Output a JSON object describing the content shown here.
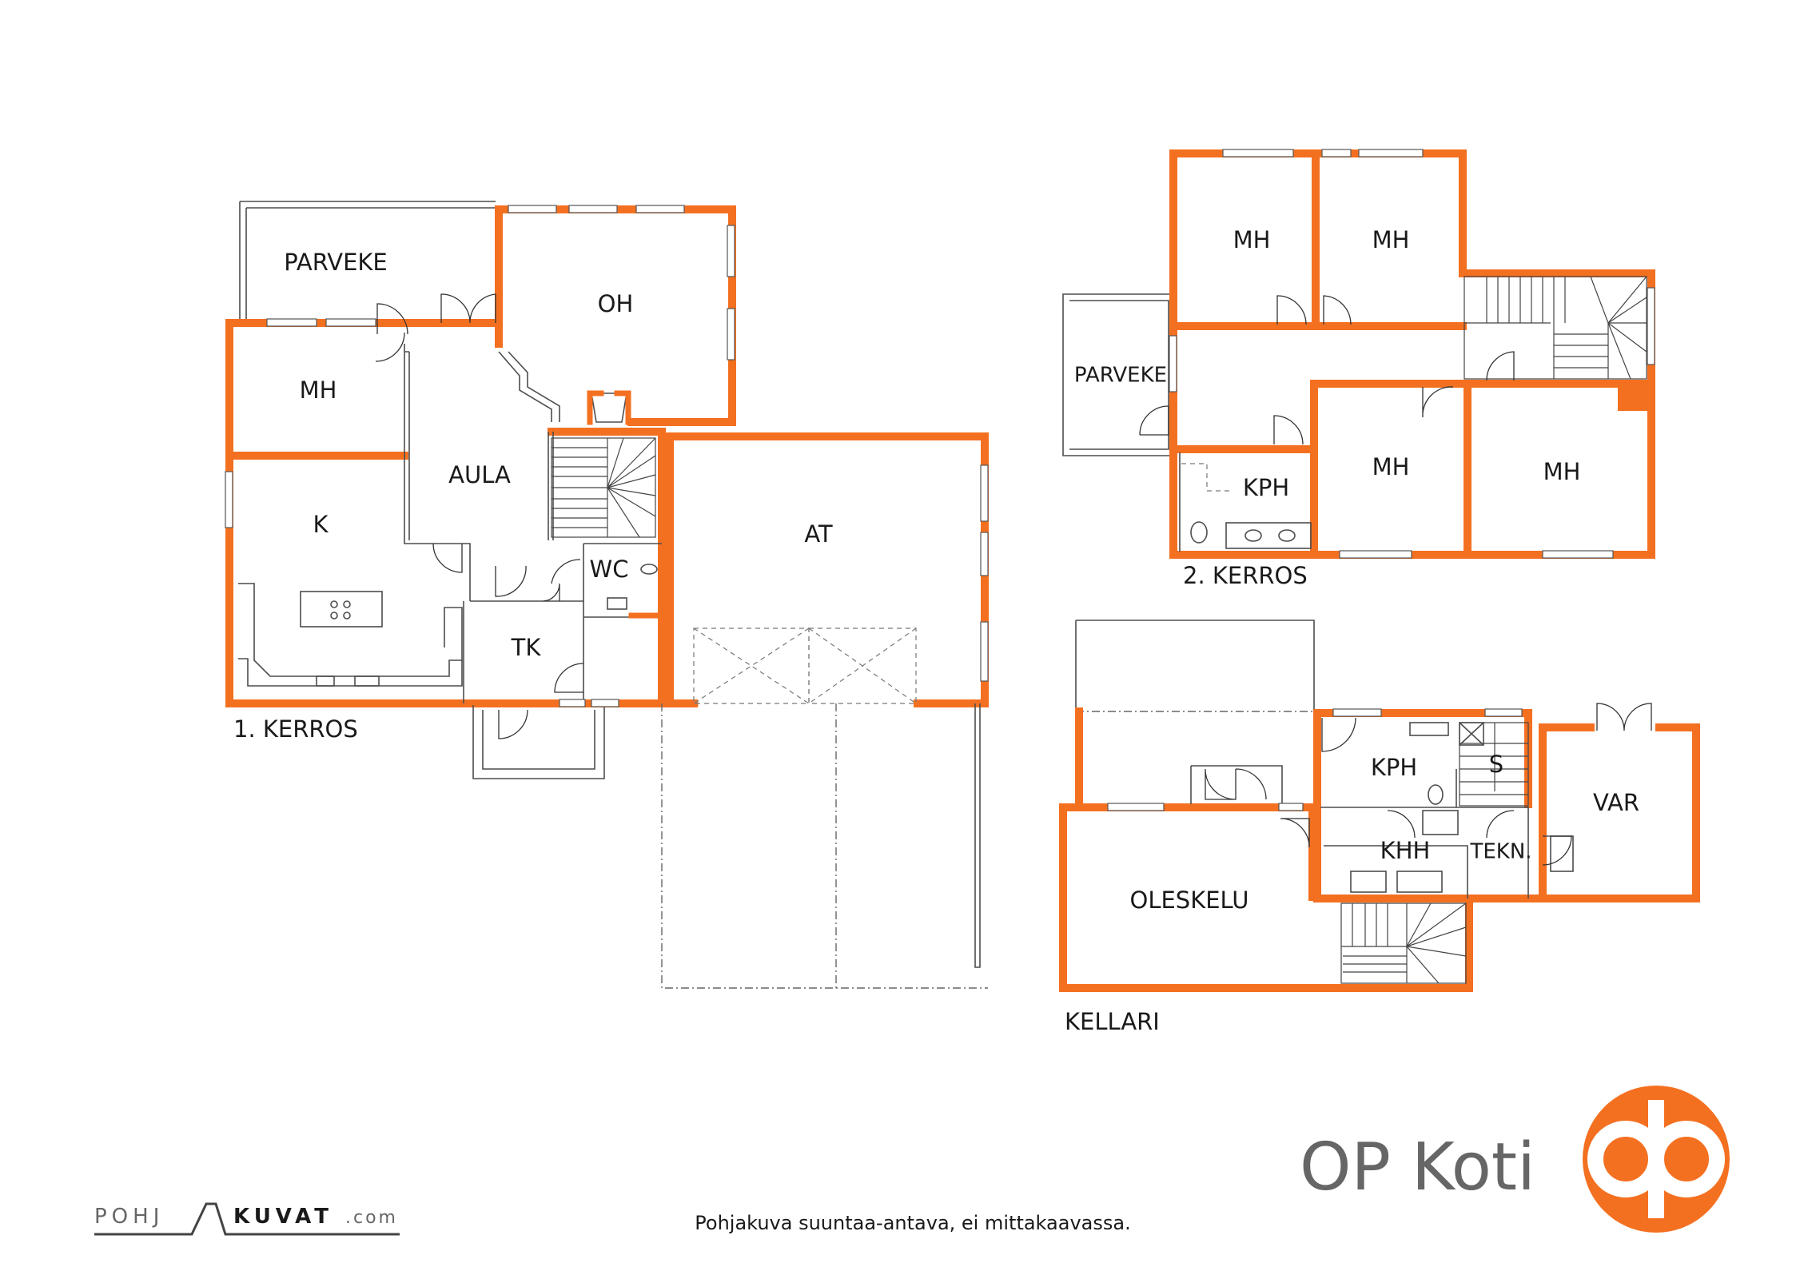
{
  "floors": {
    "first": {
      "label": "1. KERROS",
      "rooms": {
        "parveke": "PARVEKE",
        "oh": "OH",
        "mh": "MH",
        "aula": "AULA",
        "k": "K",
        "at": "AT",
        "wc": "WC",
        "tk": "TK"
      }
    },
    "second": {
      "label": "2. KERROS",
      "rooms": {
        "mh_top_left": "MH",
        "mh_top_right": "MH",
        "parveke": "PARVEKE",
        "kph": "KPH",
        "mh_bottom_mid": "MH",
        "mh_bottom_right": "MH"
      }
    },
    "basement": {
      "label": "KELLARI",
      "rooms": {
        "kph": "KPH",
        "s": "S",
        "var": "VAR",
        "khh": "KHH",
        "tekn": "TEKN.",
        "oleskelu": "OLESKELU"
      }
    }
  },
  "footer": {
    "disclaimer": "Pohjakuva suuntaa-antava, ei mittakaavassa.",
    "pohjakuvat_left": "POHJ",
    "pohjakuvat_right": "KUVAT",
    "pohjakuvat_domain": ".com"
  },
  "brand": {
    "name": "OP Koti",
    "logo_icon": "op-logo-icon",
    "color": "#f47021"
  },
  "colors": {
    "wall": "#f47021",
    "text": "#1a1a1a",
    "brand_gray": "#666666"
  }
}
